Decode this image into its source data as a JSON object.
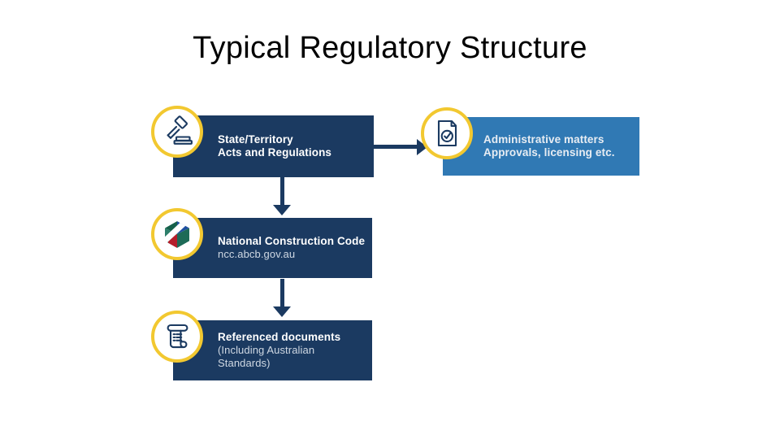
{
  "slide": {
    "title": "Typical Regulatory Structure",
    "background_color": "#ffffff"
  },
  "colors": {
    "navy": "#1b3a61",
    "blue": "#3079b4",
    "ring_yellow": "#f2c830",
    "text_white": "#ffffff",
    "text_muted": "#cfd8e3",
    "title_black": "#000000"
  },
  "diagram": {
    "type": "flowchart",
    "nodes": [
      {
        "id": "acts",
        "icon": "gavel-icon",
        "box_color": "#1b3a61",
        "line1": "State/Territory",
        "line2": "Acts and Regulations"
      },
      {
        "id": "admin",
        "icon": "document-check-icon",
        "box_color": "#3079b4",
        "line1": "Administrative matters",
        "line2": "Approvals, licensing etc."
      },
      {
        "id": "ncc",
        "icon": "ncc-cube-icon",
        "box_color": "#1b3a61",
        "line1": "National Construction Code",
        "sub": "ncc.abcb.gov.au"
      },
      {
        "id": "refdocs",
        "icon": "scroll-icon",
        "box_color": "#1b3a61",
        "line1": "Referenced documents",
        "sub_line1": "(Including Australian",
        "sub_line2": "Standards)"
      }
    ],
    "connectors": [
      {
        "from": "acts",
        "to": "admin",
        "direction": "right"
      },
      {
        "from": "acts",
        "to": "ncc",
        "direction": "down"
      },
      {
        "from": "ncc",
        "to": "refdocs",
        "direction": "down"
      }
    ]
  }
}
